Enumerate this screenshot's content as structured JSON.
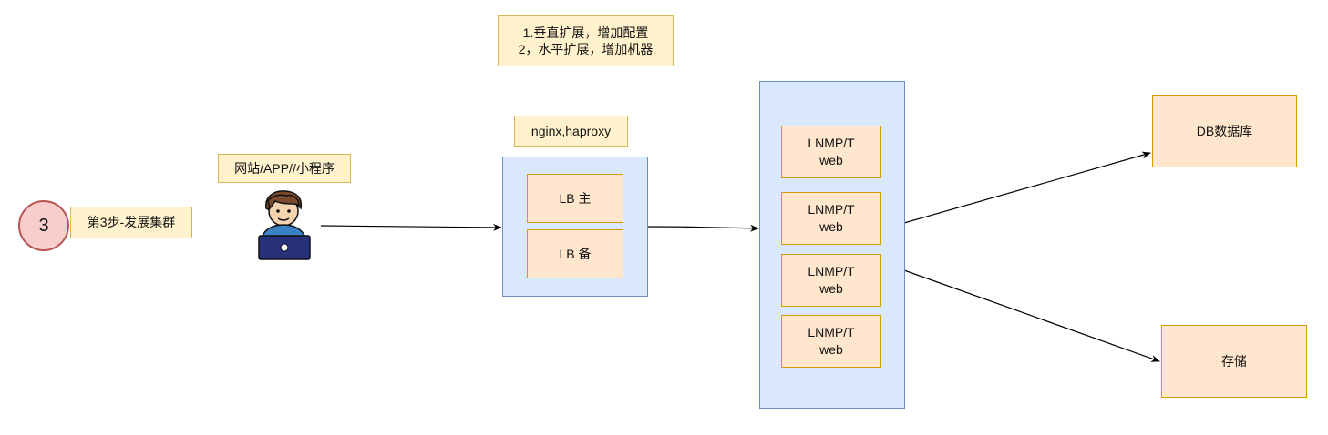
{
  "step": {
    "number": "3",
    "label": "第3步-发展集群"
  },
  "client": {
    "label": "网站/APP//小程序",
    "icon": "user-laptop-icon"
  },
  "scaling_note": {
    "line1": "1.垂直扩展，增加配置",
    "line2": "2，水平扩展，增加机器"
  },
  "lb": {
    "label": "nginx,haproxy",
    "primary": "LB 主",
    "backup": "LB 备"
  },
  "web_nodes": [
    {
      "line1": "LNMP/T",
      "line2": "web"
    },
    {
      "line1": "LNMP/T",
      "line2": "web"
    },
    {
      "line1": "LNMP/T",
      "line2": "web"
    },
    {
      "line1": "LNMP/T",
      "line2": "web"
    }
  ],
  "db": {
    "label": "DB数据库"
  },
  "storage": {
    "label": "存储"
  },
  "colors": {
    "note_fill": "#fff2cc",
    "note_stroke": "#d6b656",
    "node_fill": "#ffe6cc",
    "node_stroke": "#d79b00",
    "group_fill": "#dae8fc",
    "group_stroke": "#6c8ebf",
    "step_fill": "#f8cecc",
    "step_stroke": "#b85450"
  }
}
